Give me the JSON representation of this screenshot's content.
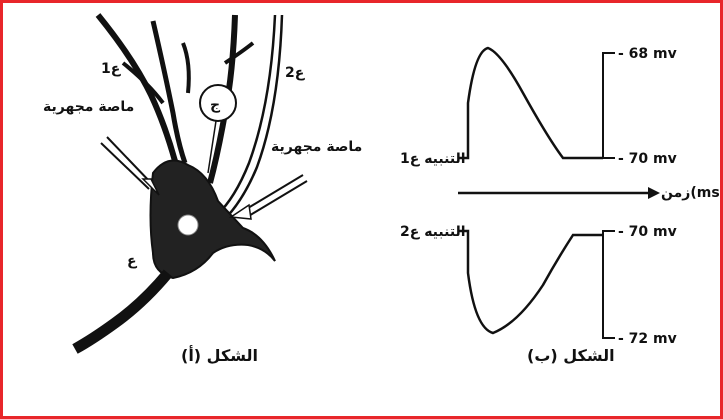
{
  "colors": {
    "border": "#e8262a",
    "ink": "#111111"
  },
  "figure_a": {
    "caption": "الشكل (أ)",
    "axon_label_1": "ع1",
    "axon_label_2": "ع2",
    "micro_electrode_left": "ماصة مجهرية",
    "micro_electrode_right": "ماصة مجهرية",
    "neuron_label": "ع",
    "circle_label": "ج"
  },
  "figure_b": {
    "caption": "الشكل (ب)",
    "stimulus_1": "التنبيه ع1",
    "stimulus_2": "التنبيه ع2",
    "time_axis_label": "زمن(ms)",
    "mv_labels": [
      "- 68 mv",
      "- 70 mv",
      "- 70 mv",
      "- 72 mv"
    ]
  }
}
